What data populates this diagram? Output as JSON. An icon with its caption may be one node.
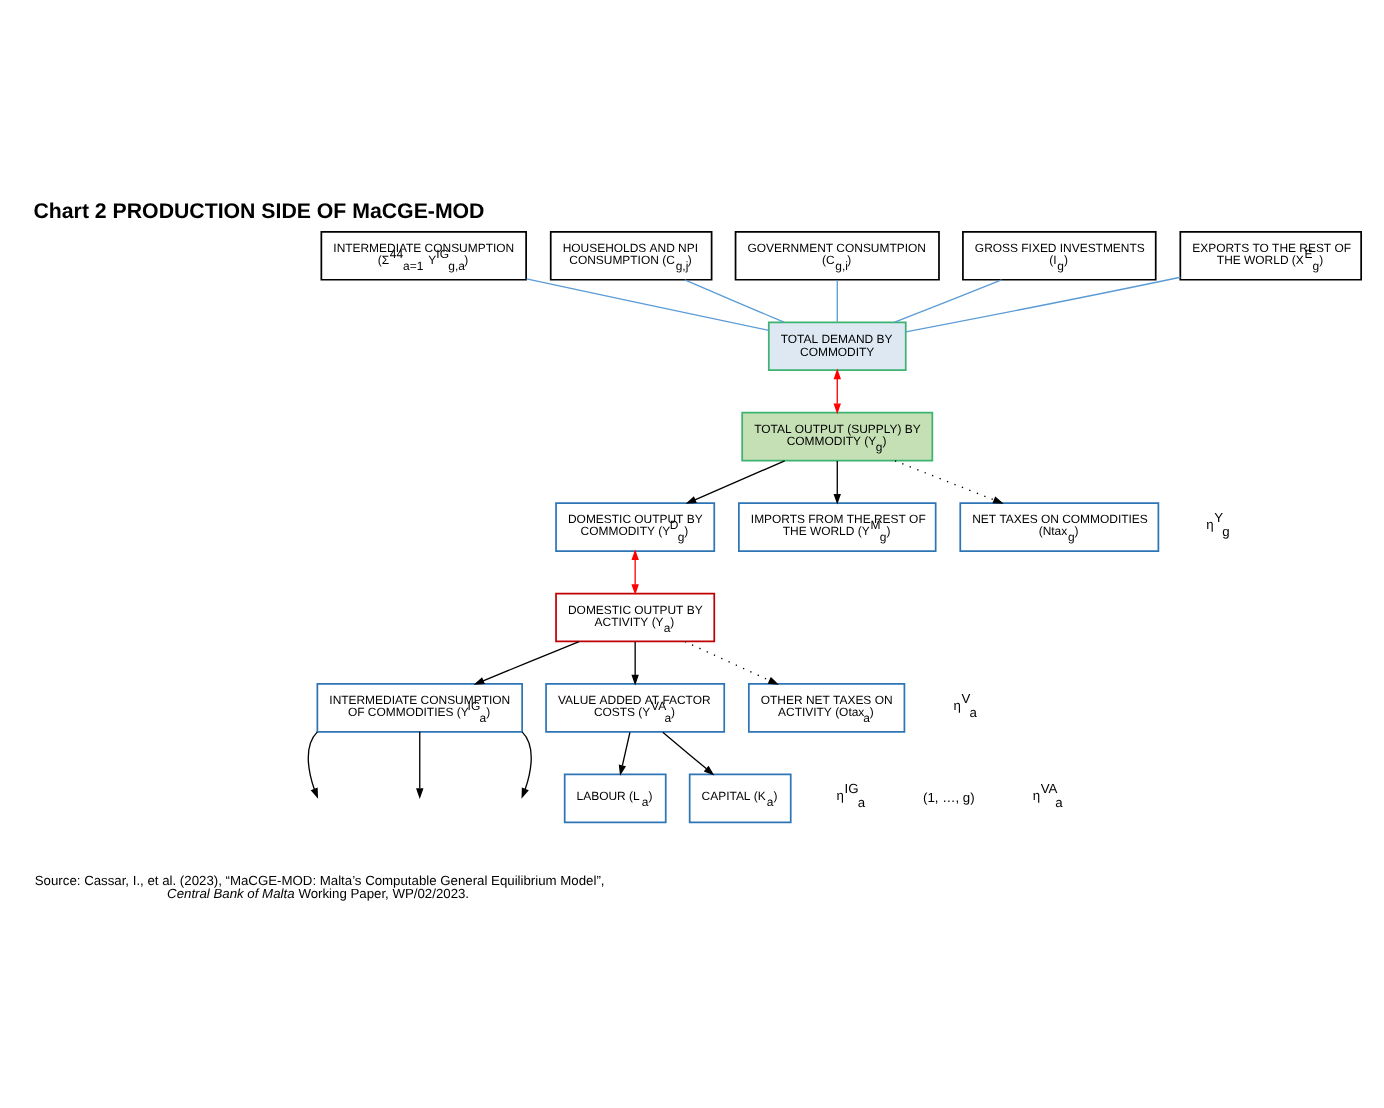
{
  "diagram": {
    "title": "Chart 2 PRODUCTION SIDE OF MaCGE-MOD",
    "caption": "Source: Cassar, I., et al. (2023), “MaCGE-MOD: Malta’s Computable General Equilibrium Model”, *Central Bank of Malta* Working Paper, WP/02/2023.",
    "nodes": [
      {
        "text": [
          "INTERMEDIATE CONSUMPTION (Σ$^{44}$$_{a=1}$ Y$^{IG}$$_{g,a}$)"
        ]
      },
      {
        "text": [
          "HOUSEHOLDS AND NPI CONSUMPTION (C$_{g,j}$)"
        ]
      },
      {
        "text": [
          "GOVERNMENT CONSUMTPION (C$_{g,i}$)"
        ]
      },
      {
        "text": [
          "GROSS FIXED INVESTMENTS (I$_{g}$)"
        ]
      },
      {
        "text": [
          "EXPORTS TO THE REST OF THE WORLD (X$^{E}$$_{g}$)"
        ]
      },
      {
        "text": [
          "TOTAL DEMAND BY COMMODITY"
        ]
      },
      {
        "text": [
          "TOTAL OUTPUT (SUPPLY) BY COMMODITY (Y$_{g}$)"
        ]
      },
      {
        "text": [
          "DOMESTIC OUTPUT BY COMMODITY (Y$^{D}$$_{g}$)"
        ]
      },
      {
        "text": [
          "IMPORTS FROM THE REST OF THE WORLD (Y$^{M}$$_{g}$)"
        ]
      },
      {
        "text": [
          "NET TAXES ON COMMODITIES (Ntax$_{g}$)"
        ]
      },
      {
        "text": [
          "DOMESTIC OUTPUT BY ACTIVITY (Y$_{a}$)"
        ]
      },
      {
        "text": [
          "INTERMEDIATE CONSUMPTION OF COMMODITIES (Y$^{IG}$$_{a}$)"
        ]
      },
      {
        "text": [
          "VALUE ADDED AT FACTOR COSTS (Y$^{VA}$$_{a}$)"
        ]
      },
      {
        "text": [
          "OTHER NET TAXES ON ACTIVITY (Otax$_{a}$)"
        ]
      },
      {
        "text": [
          "LABOUR (L$_{a}$)"
        ]
      },
      {
        "text": [
          "CAPITAL (K$_{a}$)"
        ]
      }
    ],
    "edges": [
      {
        "from": 0,
        "to": 5,
        "arrow": "none",
        "color": "#5b9bd5"
      },
      {
        "from": 1,
        "to": 5,
        "arrow": "none",
        "color": "#5b9bd5"
      },
      {
        "from": 2,
        "to": 5,
        "arrow": "none",
        "color": "#5b9bd5"
      },
      {
        "from": 3,
        "to": 5,
        "arrow": "none",
        "color": "#5b9bd5"
      },
      {
        "from": 4,
        "to": 5,
        "arrow": "none",
        "color": "#5b9bd5"
      },
      {
        "from": 5,
        "to": 6,
        "arrow": "both",
        "color": "#ff0000"
      },
      {
        "from": 6,
        "to": 7,
        "arrow": "to"
      },
      {
        "from": 6,
        "to": 8,
        "arrow": "to"
      },
      {
        "from": 6,
        "to": 9,
        "arrow": "to",
        "style": "dashed"
      },
      {
        "from": 7,
        "to": 10,
        "arrow": "both",
        "color": "#ff0000"
      },
      {
        "from": 10,
        "to": 11,
        "arrow": "to"
      },
      {
        "from": 10,
        "to": 12,
        "arrow": "to"
      },
      {
        "from": 10,
        "to": 13,
        "arrow": "to",
        "style": "dashed"
      },
      {
        "from": 11,
        "to": null,
        "arrow": "to"
      },
      {
        "from": 11,
        "to": null,
        "arrow": "to"
      },
      {
        "from": 11,
        "to": null,
        "arrow": "to"
      },
      {
        "from": 12,
        "to": 14,
        "arrow": "to"
      },
      {
        "from": 12,
        "to": 15,
        "arrow": "to"
      }
    ],
    "labels": [
      "η$^{Y}$$_{g}$",
      "η$^{V}$$_{a}$",
      "η$^{IG}$$_{a}$",
      "(1, …, g)",
      "η$^{VA}$$_{a}$"
    ]
  }
}
